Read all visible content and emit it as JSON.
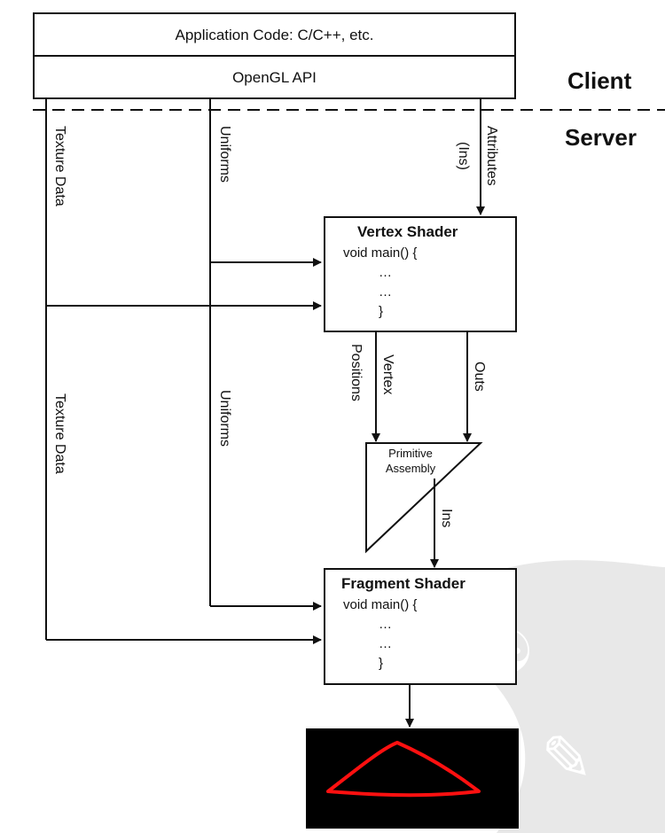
{
  "top": {
    "app_code": "Application Code: C/C++, etc.",
    "opengl_api": "OpenGL API"
  },
  "regions": {
    "client": "Client",
    "server": "Server"
  },
  "flows": {
    "texture_data_1": "Texture Data",
    "texture_data_2": "Texture Data",
    "uniforms_1": "Uniforms",
    "uniforms_2": "Uniforms",
    "attributes": "Attributes",
    "ins_1": "(Ins)",
    "vertex": "Vertex",
    "positions": "Positions",
    "outs": "Outs",
    "ins_2": "Ins"
  },
  "vertex_shader": {
    "title": "Vertex Shader",
    "line1": "void main() {",
    "line2": "…",
    "line3": "…",
    "line4": "}"
  },
  "primitive_assembly": {
    "line1": "Primitive",
    "line2": "Assembly"
  },
  "fragment_shader": {
    "title": "Fragment Shader",
    "line1": "void main() {",
    "line2": "…",
    "line3": "…",
    "line4": "}"
  },
  "colors": {
    "ink": "#111111",
    "output_background": "#000000",
    "triangle_stroke": "#ff1010",
    "watermark": "#e6e6e6"
  }
}
